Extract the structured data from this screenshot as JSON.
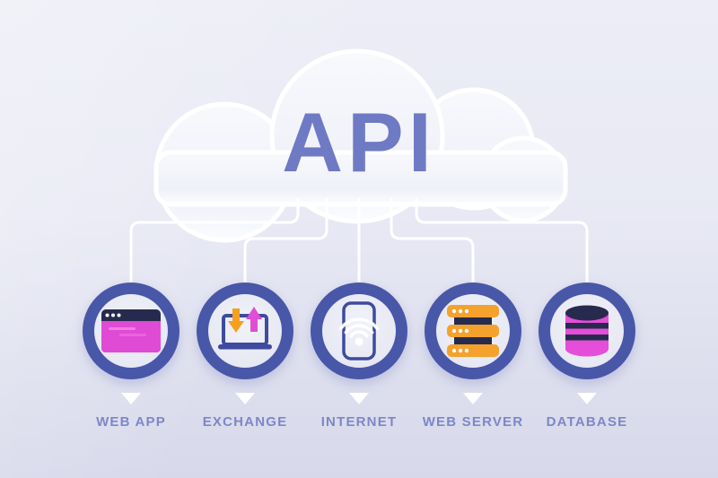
{
  "cloud": {
    "title": "API",
    "title_color": "#6F7AC5",
    "fill_top": "#F7F8FC",
    "fill_bottom": "#FDFEFF",
    "highlight": "#FFFFFF"
  },
  "colors": {
    "background_top": "#ECEDF6",
    "background_bottom": "#D7D9EB",
    "ring": "#4957A9",
    "icon_indigo": "#3E4B9E",
    "icon_navy": "#262B4D",
    "icon_magenta": "#DF4BD4",
    "icon_orange": "#F5A12D",
    "connector": "#FFFFFF",
    "label": "#7D87C6",
    "pointer": "#FFFFFF"
  },
  "nodes": [
    {
      "label": "WEB APP",
      "icon": "browser-window-icon"
    },
    {
      "label": "EXCHANGE",
      "icon": "laptop-transfer-icon"
    },
    {
      "label": "INTERNET",
      "icon": "phone-wifi-icon"
    },
    {
      "label": "WEB SERVER",
      "icon": "server-stack-icon"
    },
    {
      "label": "DATABASE",
      "icon": "database-cylinder-icon"
    }
  ]
}
